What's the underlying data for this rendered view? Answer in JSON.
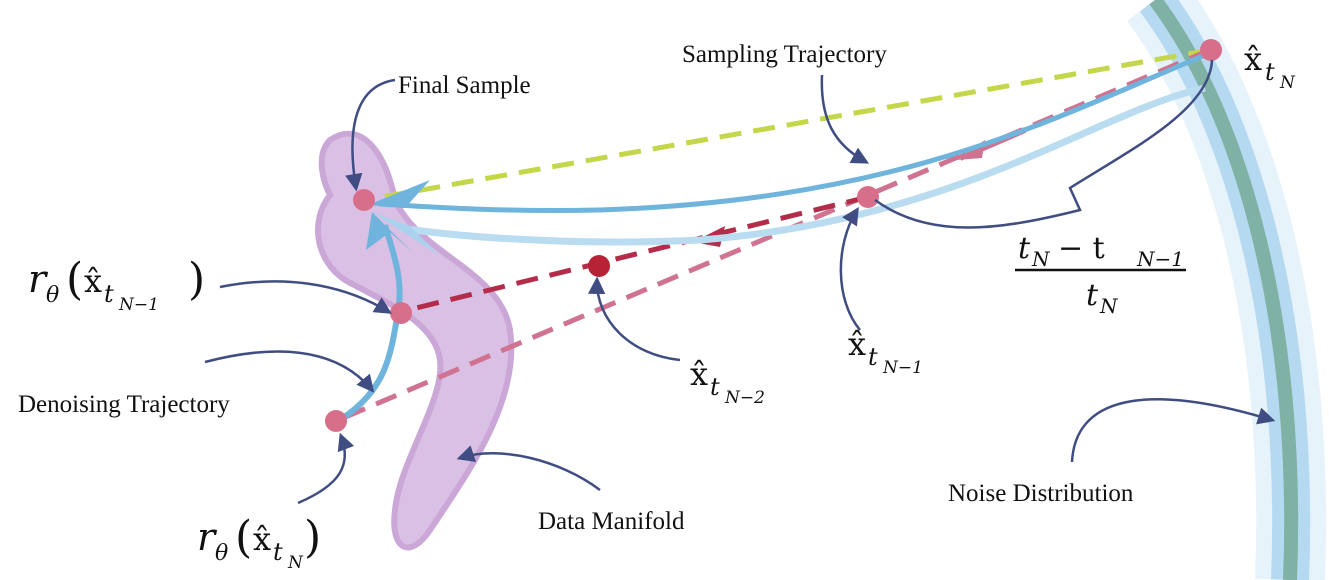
{
  "labels": {
    "sampling_trajectory": "Sampling Trajectory",
    "final_sample": "Final Sample",
    "denoising_trajectory": "Denoising Trajectory",
    "data_manifold": "Data Manifold",
    "noise_distribution": "Noise Distribution"
  },
  "math": {
    "x_hat": "x̂",
    "r_theta": "r",
    "theta": "θ",
    "t": "t",
    "n": "N",
    "n_minus_1": "N−1",
    "n_minus_2": "N−2",
    "lparen": "(",
    "rparen": ")",
    "frac_num": "− t",
    "frac_num_sub": "N−1",
    "frac_den_t": "t",
    "frac_den_sub": "N"
  },
  "colors": {
    "manifold_fill": "#d9bde3",
    "manifold_stroke": "#c9a3d6",
    "noise_band": "#7fb1a5",
    "noise_glow": "#cfe6f5",
    "trajectory_blue": "#6fb4dd",
    "trajectory_blue_light": "#b9dcf0",
    "dash_green": "#c4d64a",
    "dash_pink": "#cf7390",
    "dash_red": "#b32d4a",
    "point_pink": "#d86f8a",
    "point_red": "#b82236",
    "arrow_navy": "#3f4d82"
  }
}
